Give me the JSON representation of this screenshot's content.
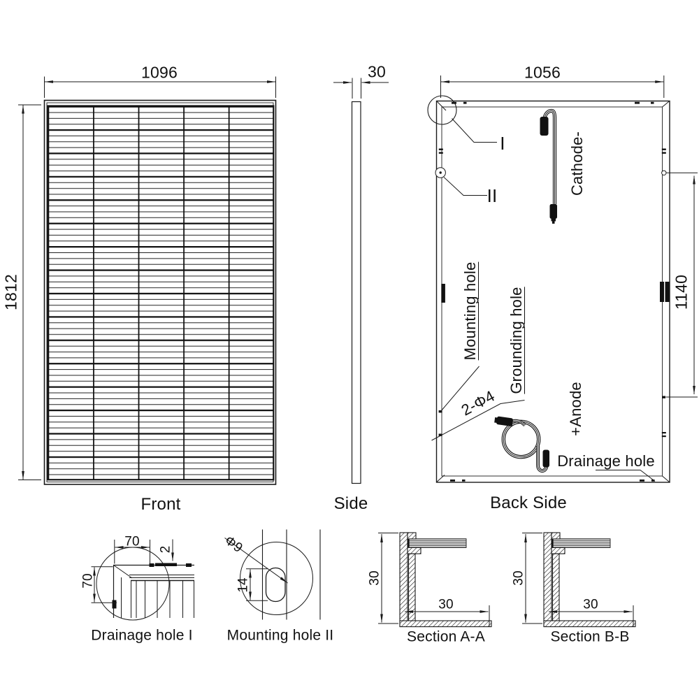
{
  "views": {
    "front": {
      "label": "Front",
      "dims": {
        "width": "1096",
        "height": "1812"
      }
    },
    "side": {
      "label": "Side",
      "dims": {
        "thickness": "30"
      }
    },
    "back": {
      "label": "Back Side",
      "dims": {
        "width": "1056",
        "mount_span": "1140",
        "hole_spec": "2-Φ4"
      },
      "annotations": {
        "cathode": "Cathode-",
        "anode": "+Anode",
        "mounting_hole": "Mounting hole",
        "grounding_hole": "Grounding hole",
        "drainage_hole": "Drainage hole",
        "detail_i": "I",
        "detail_ii": "II"
      }
    }
  },
  "details": {
    "drainage_hole": {
      "label": "Drainage hole I",
      "dims": {
        "width": "70",
        "height": "70",
        "slot_thickness": "2"
      }
    },
    "mounting_hole": {
      "label": "Mounting hole II",
      "dims": {
        "diameter": "Φ9",
        "length": "14"
      }
    },
    "section_aa": {
      "label": "Section A-A",
      "dims": {
        "height": "30",
        "depth": "30"
      }
    },
    "section_bb": {
      "label": "Section B-B",
      "dims": {
        "height": "30",
        "depth": "30"
      }
    }
  },
  "colors": {
    "line": "#1a1a1a",
    "background": "#ffffff"
  }
}
